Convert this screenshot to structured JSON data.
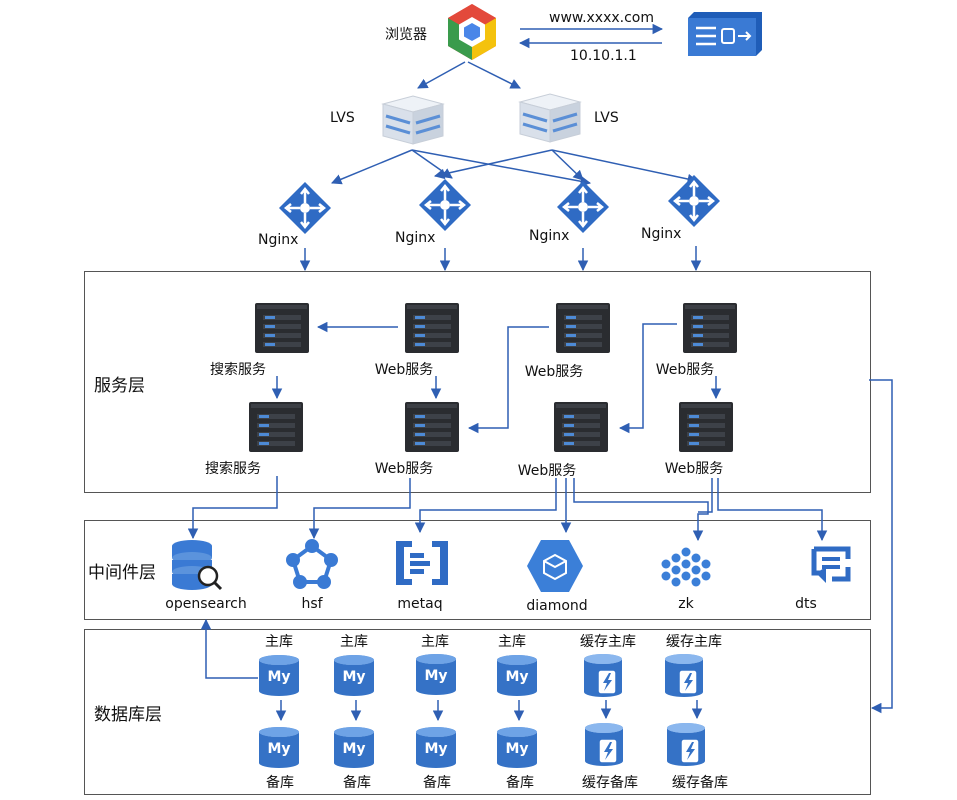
{
  "client": {
    "browser": "浏览器",
    "url": "www.xxxx.com",
    "ip": "10.10.1.1"
  },
  "lvs": [
    "LVS",
    "LVS"
  ],
  "nginx": [
    "Nginx",
    "Nginx",
    "Nginx",
    "Nginx"
  ],
  "service_layer": {
    "title": "服务层",
    "top": [
      "搜索服务",
      "Web服务",
      "Web服务",
      "Web服务"
    ],
    "bottom": [
      "搜索服务",
      "Web服务",
      "Web服务",
      "Web服务"
    ]
  },
  "middleware_layer": {
    "title": "中间件层",
    "items": [
      "opensearch",
      "hsf",
      "metaq",
      "diamond",
      "zk",
      "dts"
    ]
  },
  "database_layer": {
    "title": "数据库层",
    "masters": [
      "主库",
      "主库",
      "主库",
      "主库",
      "缓存主库",
      "缓存主库"
    ],
    "slaves": [
      "备库",
      "备库",
      "备库",
      "备库",
      "缓存备库",
      "缓存备库"
    ],
    "mysql_text": "My"
  },
  "colors": {
    "arrow": "#2f5fb3",
    "accent": "#3b73c4",
    "server": "#26282c",
    "border": "#555555"
  }
}
